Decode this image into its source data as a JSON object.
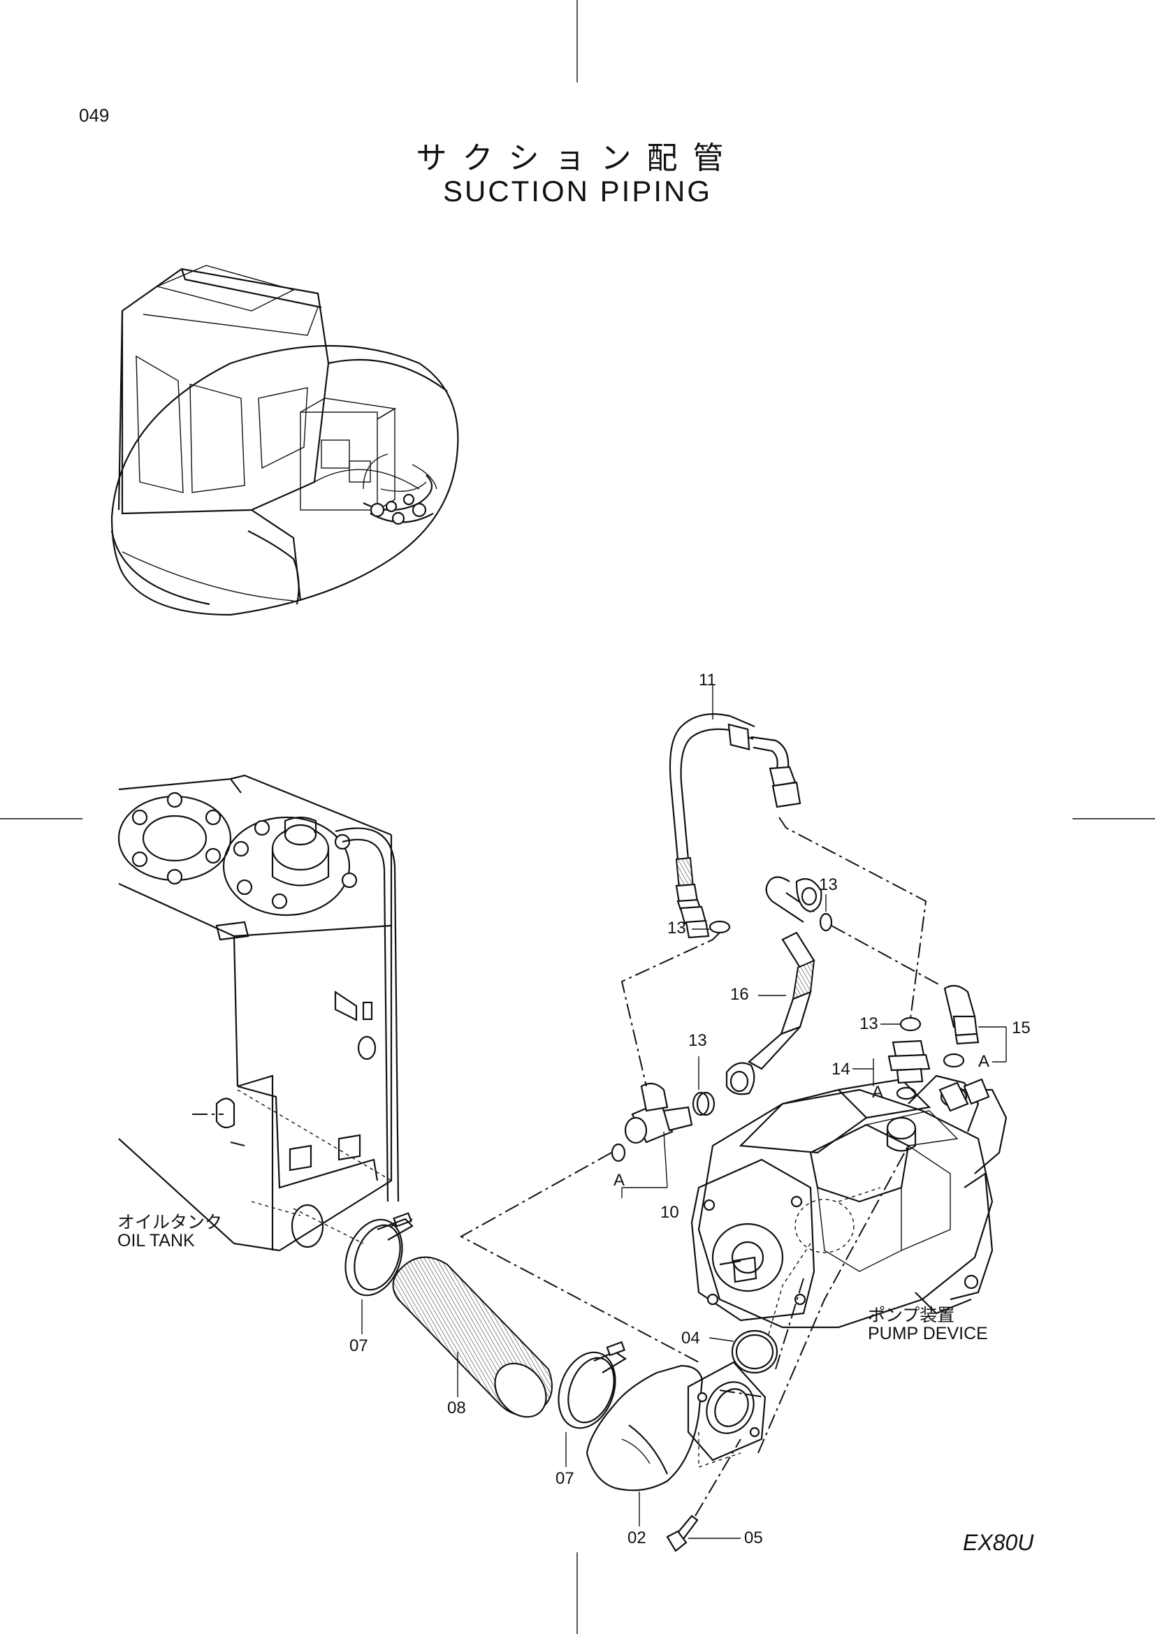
{
  "page_number": "049",
  "title_jp": "サクション配管",
  "title_en": "SUCTION PIPING",
  "model": "EX80U",
  "labels": {
    "oil_tank_jp": "オイルタンク",
    "oil_tank_en": "OIL TANK",
    "pump_jp": "ポンプ装置",
    "pump_en": "PUMP DEVICE"
  },
  "callouts": {
    "c11": "11",
    "c13a": "13",
    "c13b": "13",
    "c13c": "13",
    "c13d": "13",
    "c16": "16",
    "c15": "15",
    "c14": "14",
    "cA1": "A",
    "cA2": "A",
    "cA3": "A",
    "c10": "10",
    "c07a": "07",
    "c08": "08",
    "c07b": "07",
    "c02": "02",
    "c04": "04",
    "c05": "05"
  }
}
